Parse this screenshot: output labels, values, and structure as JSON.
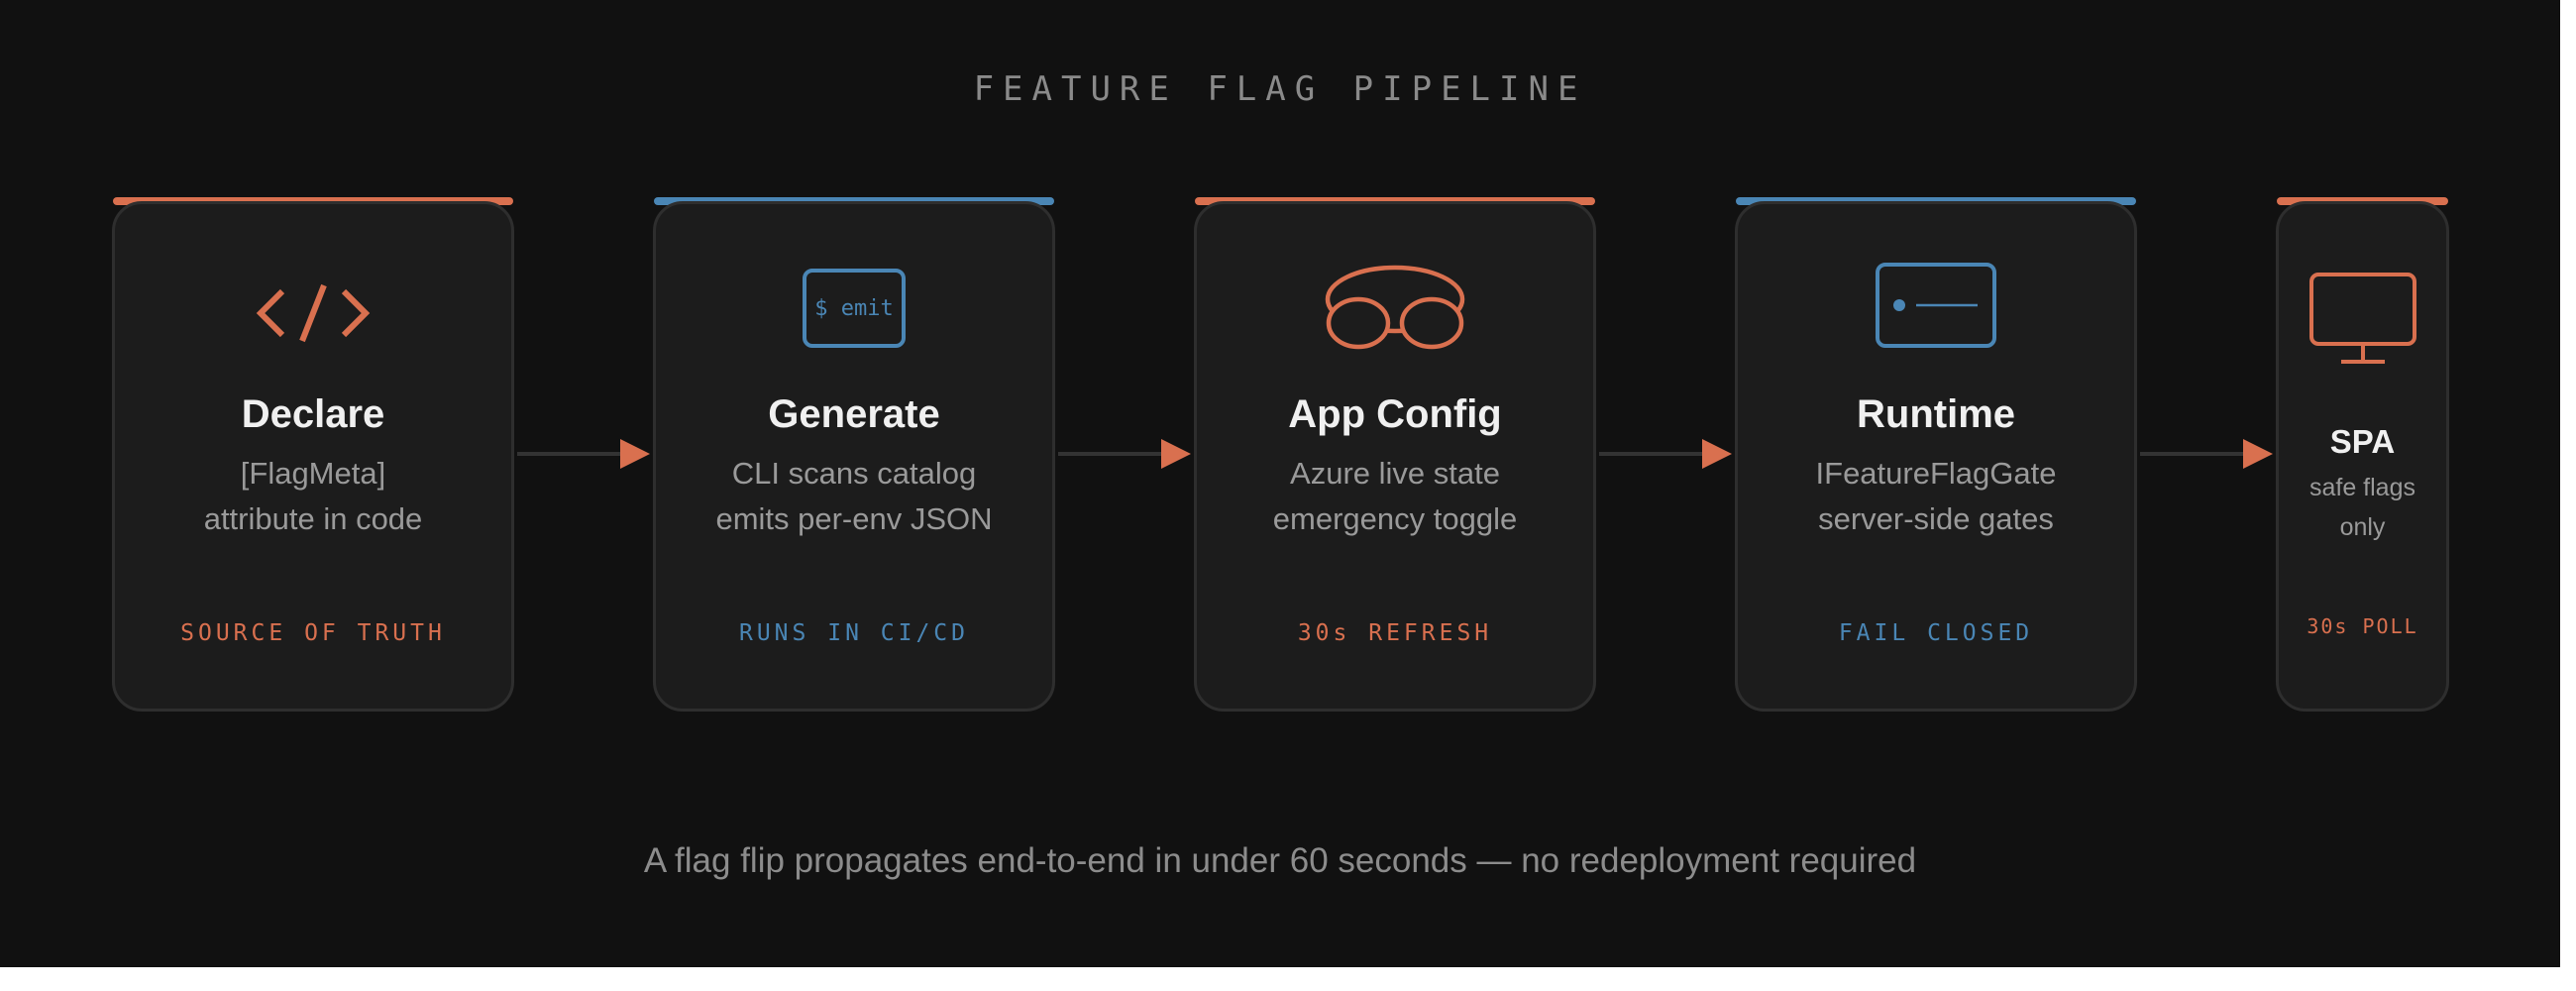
{
  "title": "FEATURE FLAG PIPELINE",
  "colors": {
    "accent_orange": "#d9704f",
    "accent_blue": "#4a86b5",
    "card_bg": "#1c1c1c",
    "canvas_bg": "#111111"
  },
  "stages": [
    {
      "title": "Declare",
      "lines": [
        "[FlagMeta]",
        "attribute in code"
      ],
      "tag": "SOURCE OF TRUTH",
      "accent": "orange",
      "icon": "code-brackets-icon"
    },
    {
      "title": "Generate",
      "lines": [
        "CLI scans catalog",
        "emits per-env JSON"
      ],
      "tag": "RUNS IN CI/CD",
      "accent": "blue",
      "icon": "terminal-icon",
      "icon_text": "$ emit"
    },
    {
      "title": "App Config",
      "lines": [
        "Azure live state",
        "emergency toggle"
      ],
      "tag": "30s REFRESH",
      "accent": "orange",
      "icon": "cloud-icon"
    },
    {
      "title": "Runtime",
      "lines": [
        "IFeatureFlagGate",
        "server-side gates"
      ],
      "tag": "FAIL CLOSED",
      "accent": "blue",
      "icon": "server-icon"
    },
    {
      "title": "SPA",
      "lines": [
        "safe flags",
        "only"
      ],
      "tag": "30s POLL",
      "accent": "orange",
      "icon": "monitor-icon"
    }
  ],
  "footer": "A flag flip propagates end-to-end in under 60 seconds — no redeployment required"
}
